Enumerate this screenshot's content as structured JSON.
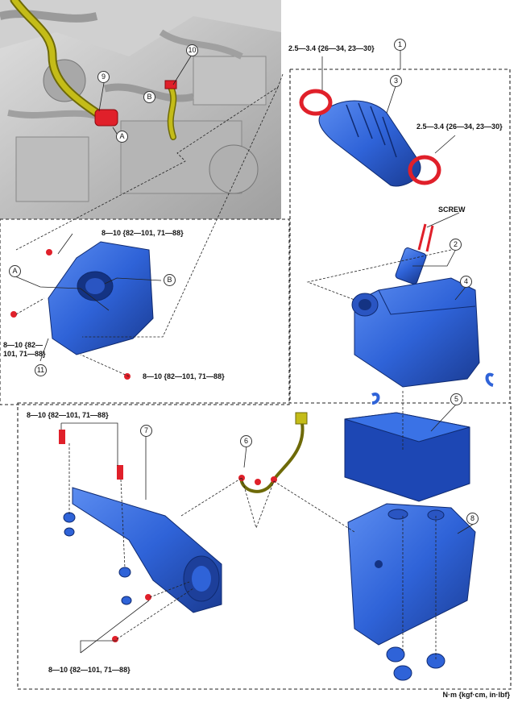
{
  "callouts": {
    "c1": "1",
    "c2": "2",
    "c3": "3",
    "c4": "4",
    "c5": "5",
    "c6": "6",
    "c7": "7",
    "c8": "8",
    "c9": "9",
    "c10": "10",
    "c11": "11"
  },
  "markers": {
    "a": "A",
    "b": "B"
  },
  "torque": {
    "duct_clamp": "2.5—3.4 {26—34, 23—30}",
    "bracket_bolt": "8—10 {82—101, 71—88}",
    "bracket_bolt_wrapped": "8—10 {82—101, 71—88}",
    "screw_label": "SCREW"
  },
  "units": "N·m {kgf·cm, in·lbf}",
  "colors": {
    "part_blue": "#2f63d8",
    "part_blue_dark": "#1d3f9a",
    "hose_yellow": "#b8b012",
    "clamp_red": "#e0202a",
    "engine_gray": "#c9c9c9"
  }
}
